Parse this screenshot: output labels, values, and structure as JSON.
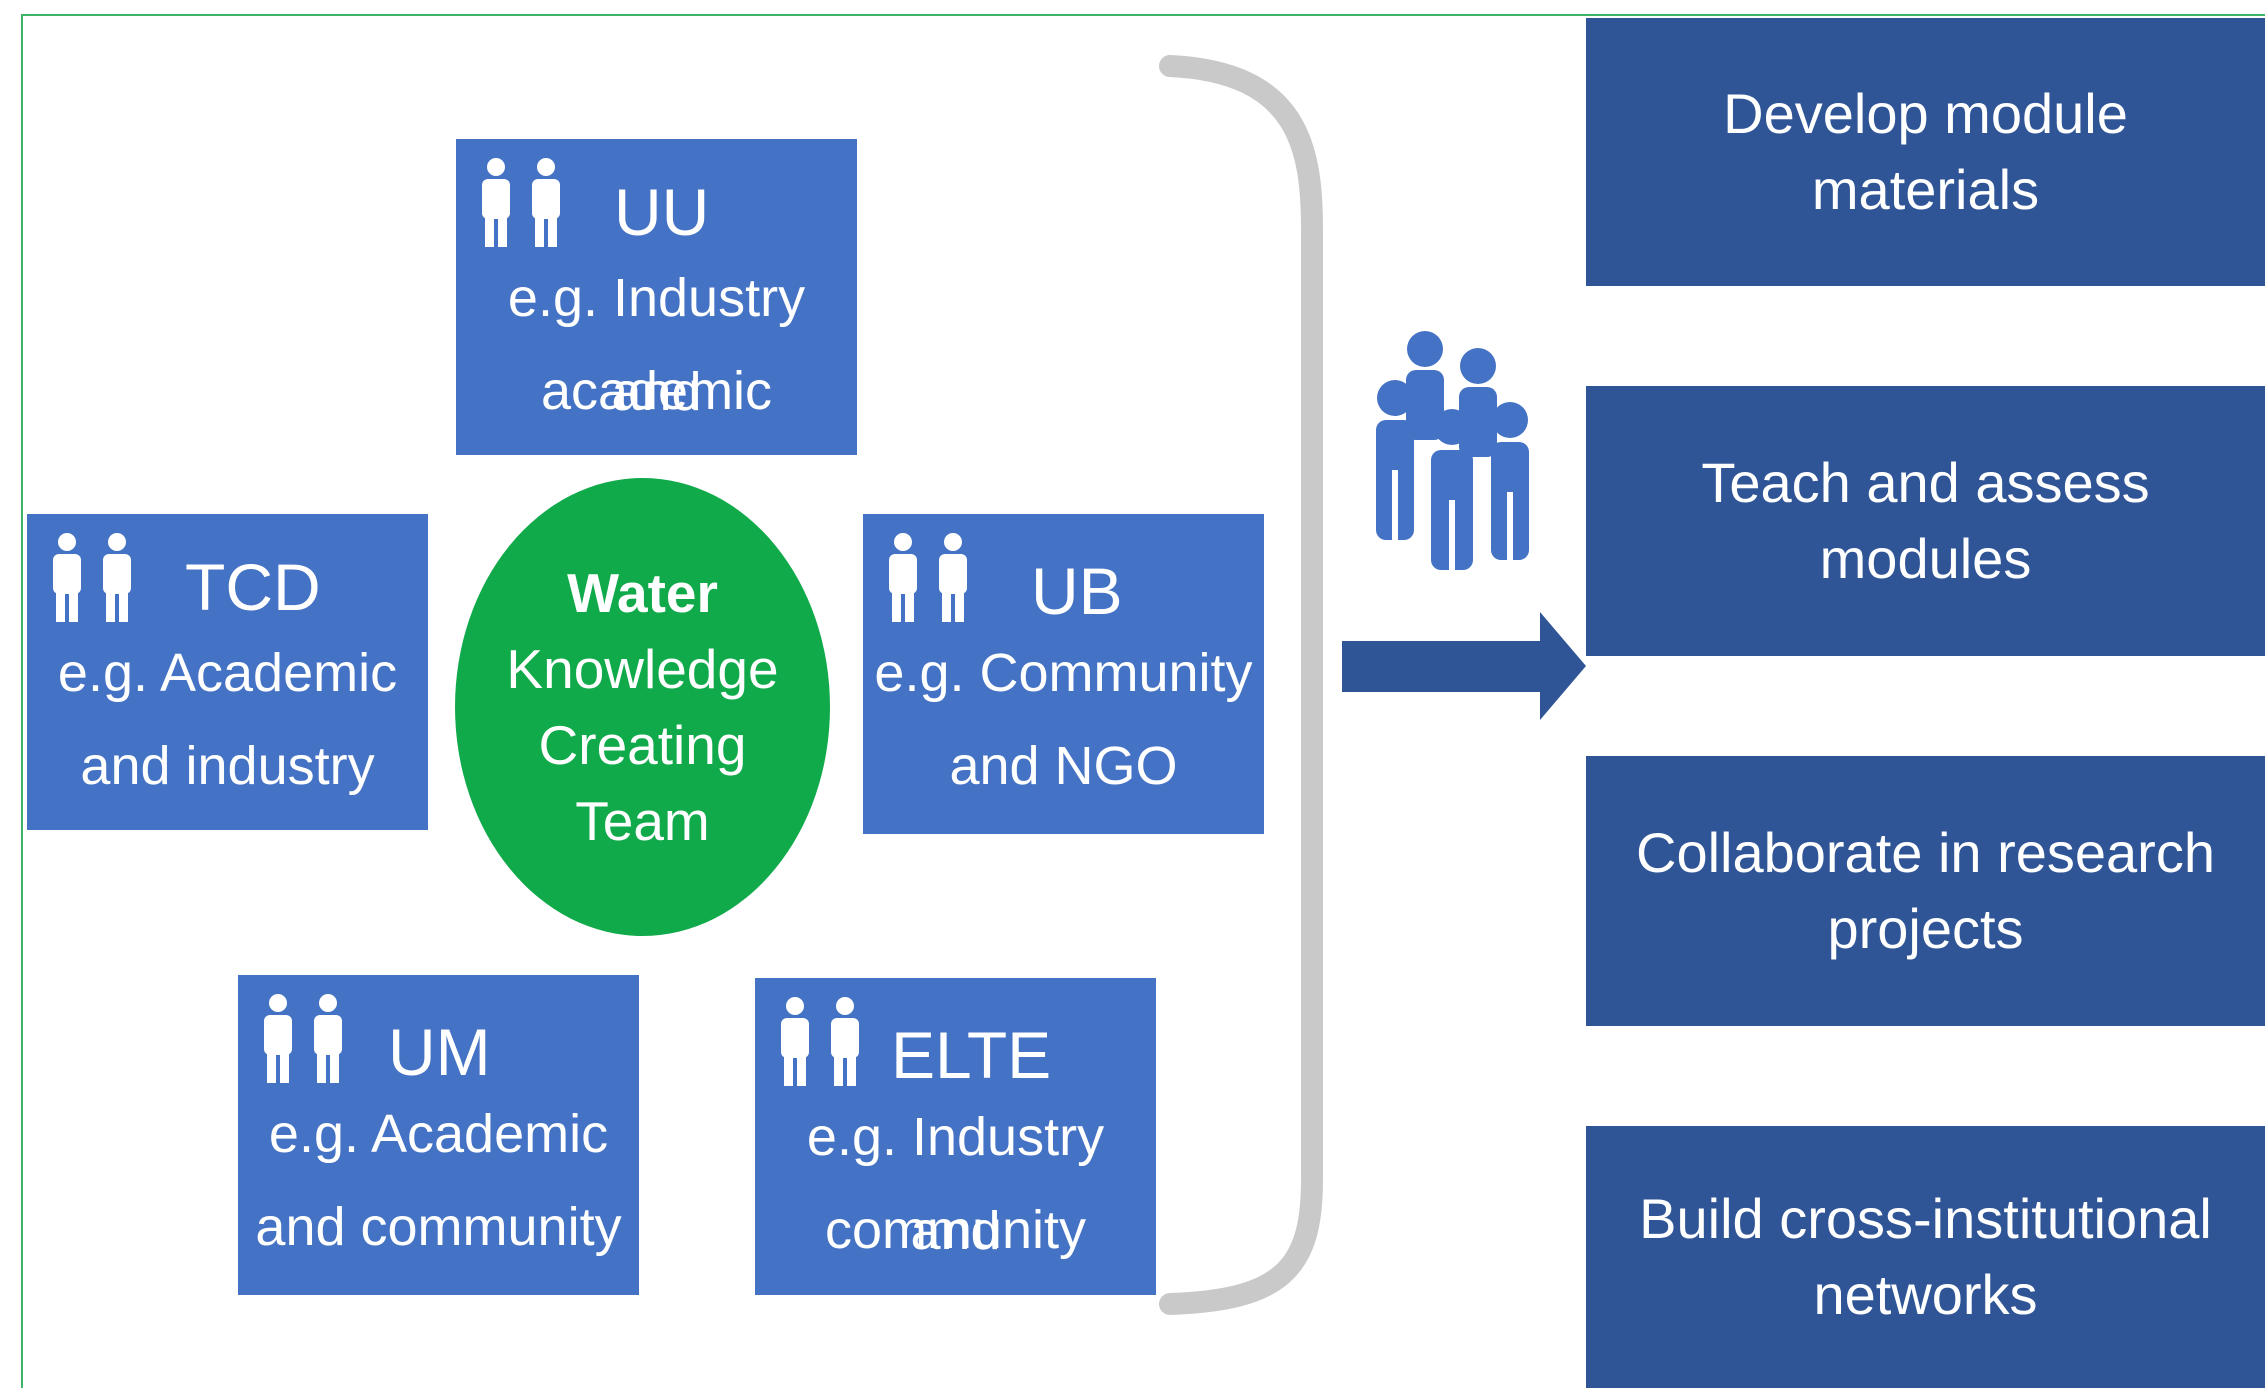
{
  "hub": {
    "line1": "Water",
    "line2": "Knowledge",
    "line3": "Creating",
    "line4": "Team"
  },
  "institutions": [
    {
      "id": "uu",
      "name": "UU",
      "desc_line1": "e.g. Industry and",
      "desc_line2": "academic"
    },
    {
      "id": "tcd",
      "name": "TCD",
      "desc_line1": "e.g. Academic",
      "desc_line2": "and industry"
    },
    {
      "id": "ub",
      "name": "UB",
      "desc_line1": "e.g. Community",
      "desc_line2": "and NGO"
    },
    {
      "id": "um",
      "name": "UM",
      "desc_line1": "e.g. Academic",
      "desc_line2": "and community"
    },
    {
      "id": "elte",
      "name": "ELTE",
      "desc_line1": "e.g. Industry and",
      "desc_line2": "community"
    }
  ],
  "activities": [
    {
      "line1": "Develop module materials",
      "line2": ""
    },
    {
      "line1": "Teach and assess modules",
      "line2": ""
    },
    {
      "line1": "Collaborate in research",
      "line2": "projects"
    },
    {
      "line1": "Build cross-institutional",
      "line2": "networks"
    }
  ],
  "icons": {
    "person_pair": "two-people-icon",
    "group": "group-icon",
    "arrow": "right-arrow"
  },
  "colors": {
    "institution_box": "#4472c4",
    "activity_box": "#2f5597",
    "hub": "#11aa4b",
    "brace": "#c9c9c9",
    "arrow": "#2f5597",
    "group_icon": "#4472c4",
    "frame": "#3fb36a"
  }
}
